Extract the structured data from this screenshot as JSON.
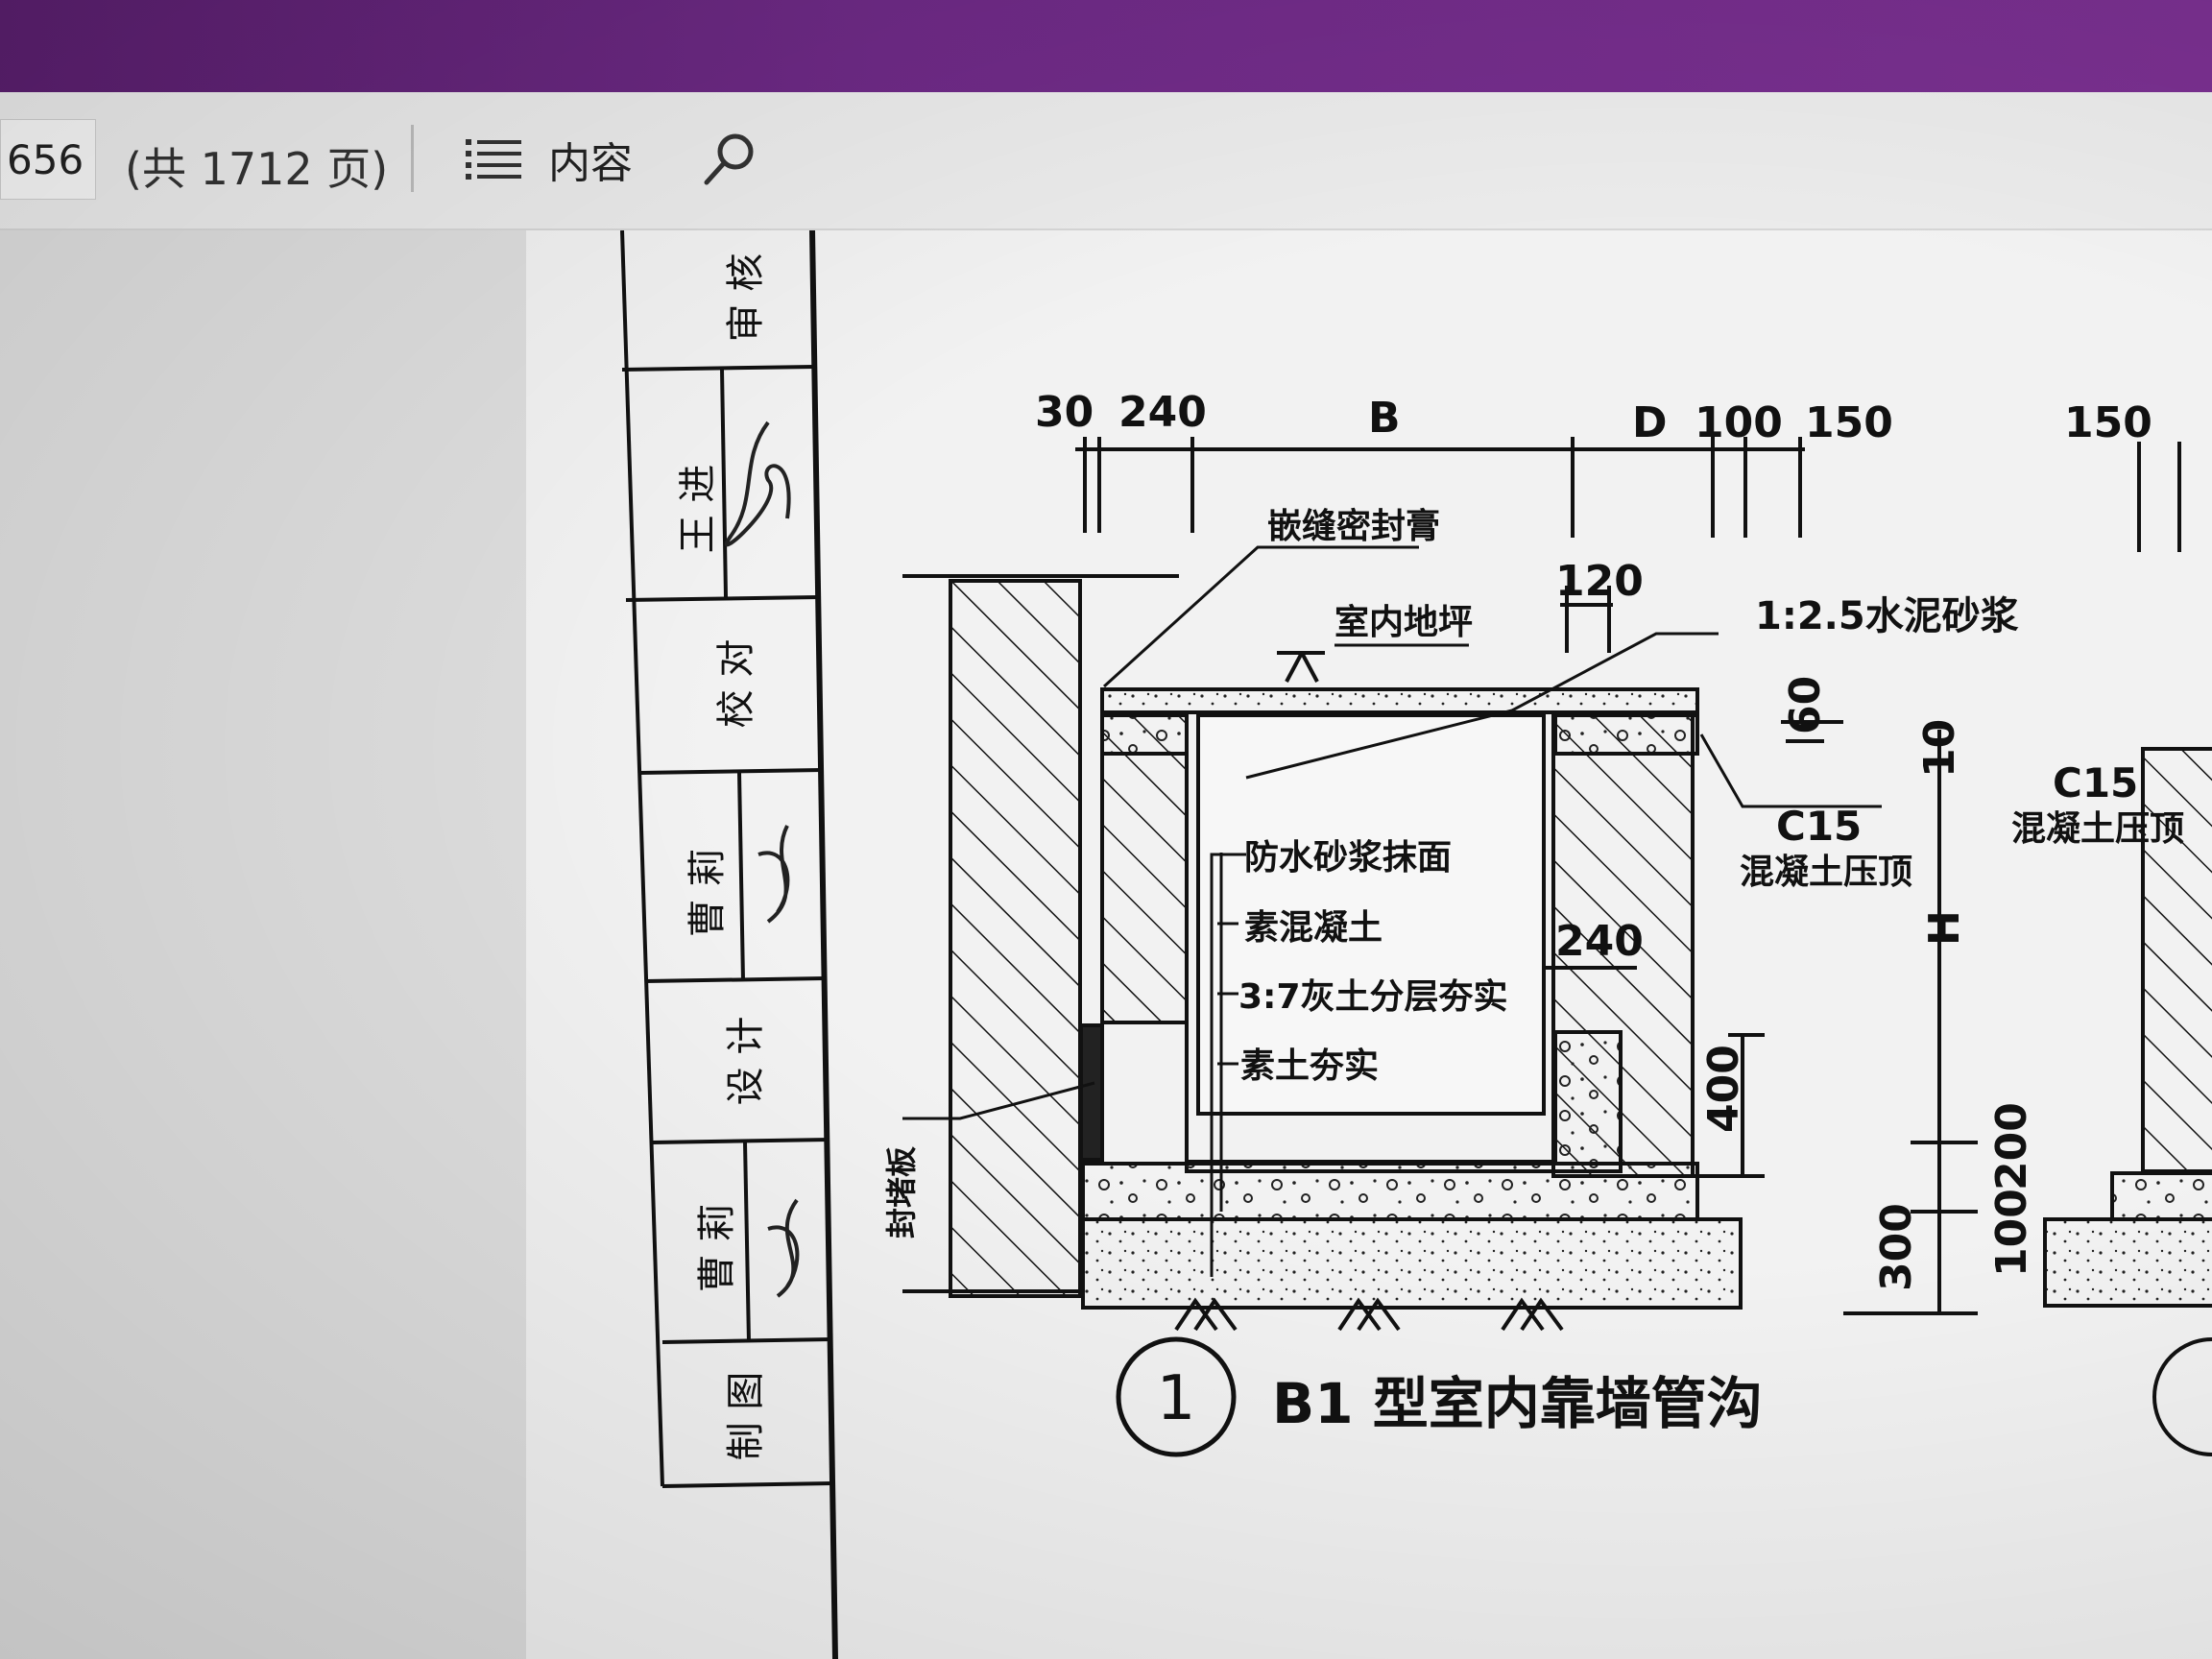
{
  "toolbar": {
    "page_number": "656",
    "total_pages": "(共 1712 页)",
    "toc_label": "内容",
    "search_icon": "search-icon",
    "toc_icon": "list-icon"
  },
  "title_block": {
    "audit": "审 核",
    "audit_person": "王 进",
    "proofread": "校 对",
    "proofread_person": "曹 莉",
    "design": "设 计",
    "design_person": "曹 莉",
    "drawing": "制 图"
  },
  "drawing": {
    "dims": {
      "d30": "30",
      "d240a": "240",
      "dB": "B",
      "dD": "D",
      "d100": "100",
      "d150a": "150",
      "d150b": "150",
      "d120": "120",
      "d60": "60",
      "d10": "10",
      "d240b": "240",
      "d400": "400",
      "dH": "H",
      "d200": "200",
      "d100b": "100",
      "d300": "300"
    },
    "labels": {
      "sealant": "嵌缝密封膏",
      "floor": "室内地坪",
      "mortar": "1:2.5水泥砂浆",
      "c15": "C15",
      "c15_sub": "混凝土压顶",
      "c15b": "C15",
      "c15b_sub": "混凝土压顶",
      "waterproof": "防水砂浆抹面",
      "plain_concrete": "素混凝土",
      "lime_soil": "3:7灰土分层夯实",
      "tamped_soil": "素土夯实",
      "sealing_board": "封堵板"
    },
    "detail_number": "1",
    "detail_title": "B1 型室内靠墙管沟"
  }
}
